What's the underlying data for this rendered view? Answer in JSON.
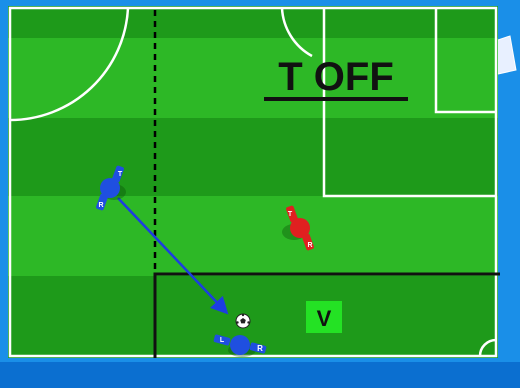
{
  "title": "T OFF",
  "zone_marker": "V",
  "players": [
    {
      "team": "blue",
      "left_hand": "T",
      "right_hand": "R",
      "name": "blue-player-1"
    },
    {
      "team": "red",
      "left_hand": "T",
      "right_hand": "R",
      "name": "red-player"
    },
    {
      "team": "blue",
      "left_hand": "L",
      "right_hand": "R",
      "name": "blue-player-2"
    }
  ],
  "colors": {
    "pitch_dark": "#1e9a1a",
    "pitch_light": "#2db826",
    "frame": "#1a8fe8",
    "line": "#ffffff",
    "blue_team": "#1f4fe0",
    "red_team": "#e02020",
    "pass_arrow": "#1c3ee0",
    "marker_bg": "#24e224"
  }
}
